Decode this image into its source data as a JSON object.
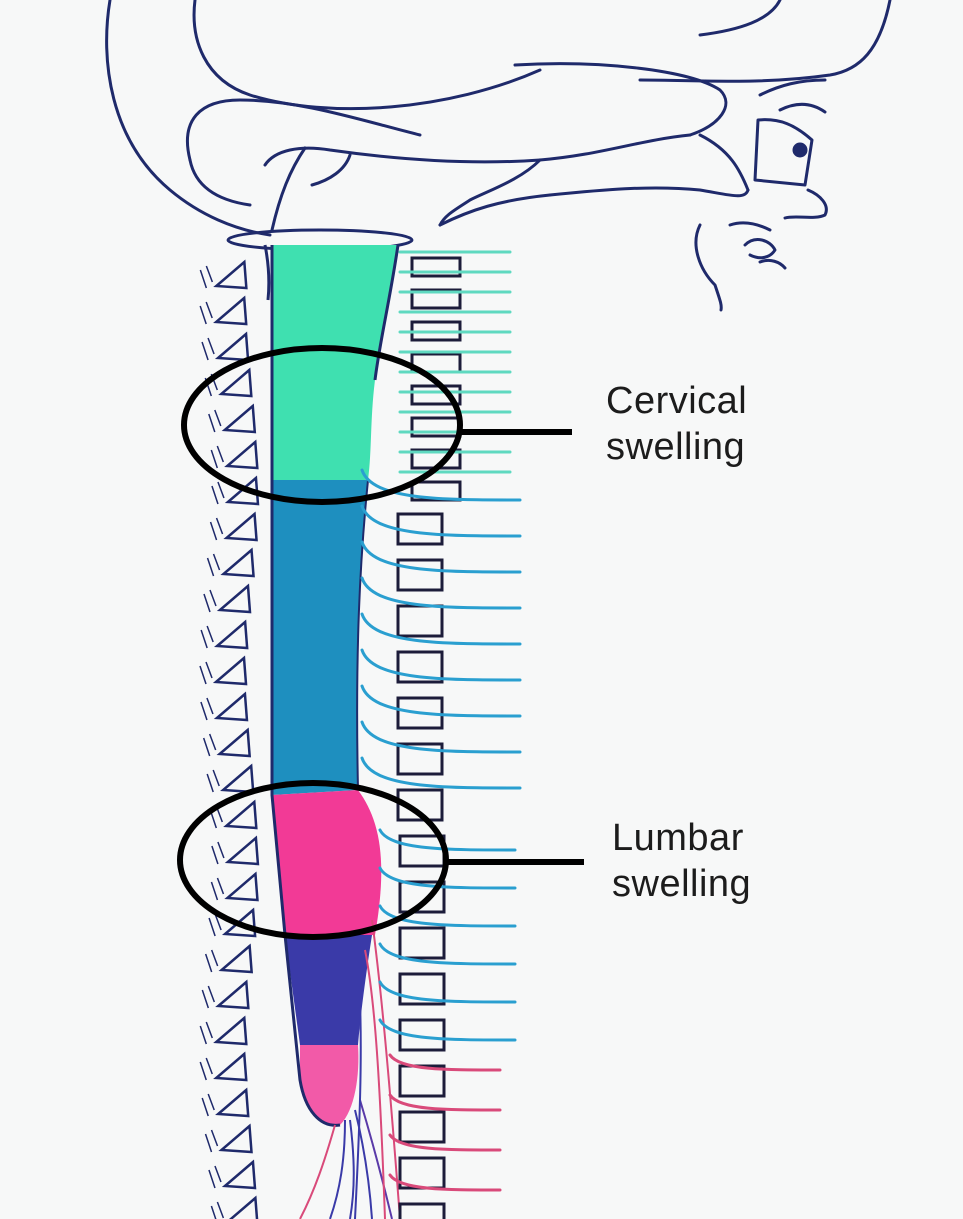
{
  "labels": {
    "cervical": {
      "line1": "Cervical",
      "line2": "swelling"
    },
    "lumbar": {
      "line1": "Lumbar",
      "line2": "swelling"
    }
  },
  "colors": {
    "outline": "#1f2a6b",
    "cervical_region": "#3fe0b0",
    "thoracic_region": "#1e8fbf",
    "lumbar_region": "#f23a96",
    "sacral_region": "#3a3aa8",
    "coccygeal_region": "#f25aa8",
    "cervical_nerves": "#5fd9c0",
    "thoracic_nerves": "#2a9fd0",
    "lumbar_nerves": "#d94a7a",
    "callout": "#000000"
  }
}
